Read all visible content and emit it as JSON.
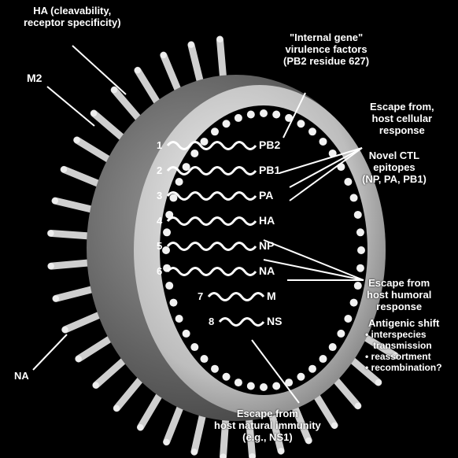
{
  "labels": {
    "ha_top": [
      "HA (cleavability,",
      "receptor specificity)"
    ],
    "m2": "M2",
    "internal_gene": [
      "\"Internal gene\"",
      "virulence factors",
      "(PB2 residue 627)"
    ],
    "cellular": [
      "Escape from,",
      "host cellular",
      "response"
    ],
    "ctl": [
      "Novel CTL",
      "epitopes",
      "(NP, PA, PB1)"
    ],
    "humoral": [
      "Escape from",
      "host humoral",
      "response"
    ],
    "shift_title": "Antigenic shift",
    "shift_items": [
      "• interspecies",
      "transmission",
      "• reassortment",
      "• recombination?"
    ],
    "natural": [
      "Escape from",
      "host natural immunity",
      "(e.g., NS1)"
    ],
    "na_left": "NA"
  },
  "segments": [
    {
      "num": "1",
      "name": "PB2"
    },
    {
      "num": "2",
      "name": "PB1"
    },
    {
      "num": "3",
      "name": "PA"
    },
    {
      "num": "4",
      "name": "HA"
    },
    {
      "num": "5",
      "name": "NP"
    },
    {
      "num": "6",
      "name": "NA"
    },
    {
      "num": "7",
      "name": "M"
    },
    {
      "num": "8",
      "name": "NS"
    }
  ],
  "colors": {
    "background": "#000000",
    "membrane": "#d8d8d8",
    "interior": "#000000",
    "text": "#ffffff"
  }
}
